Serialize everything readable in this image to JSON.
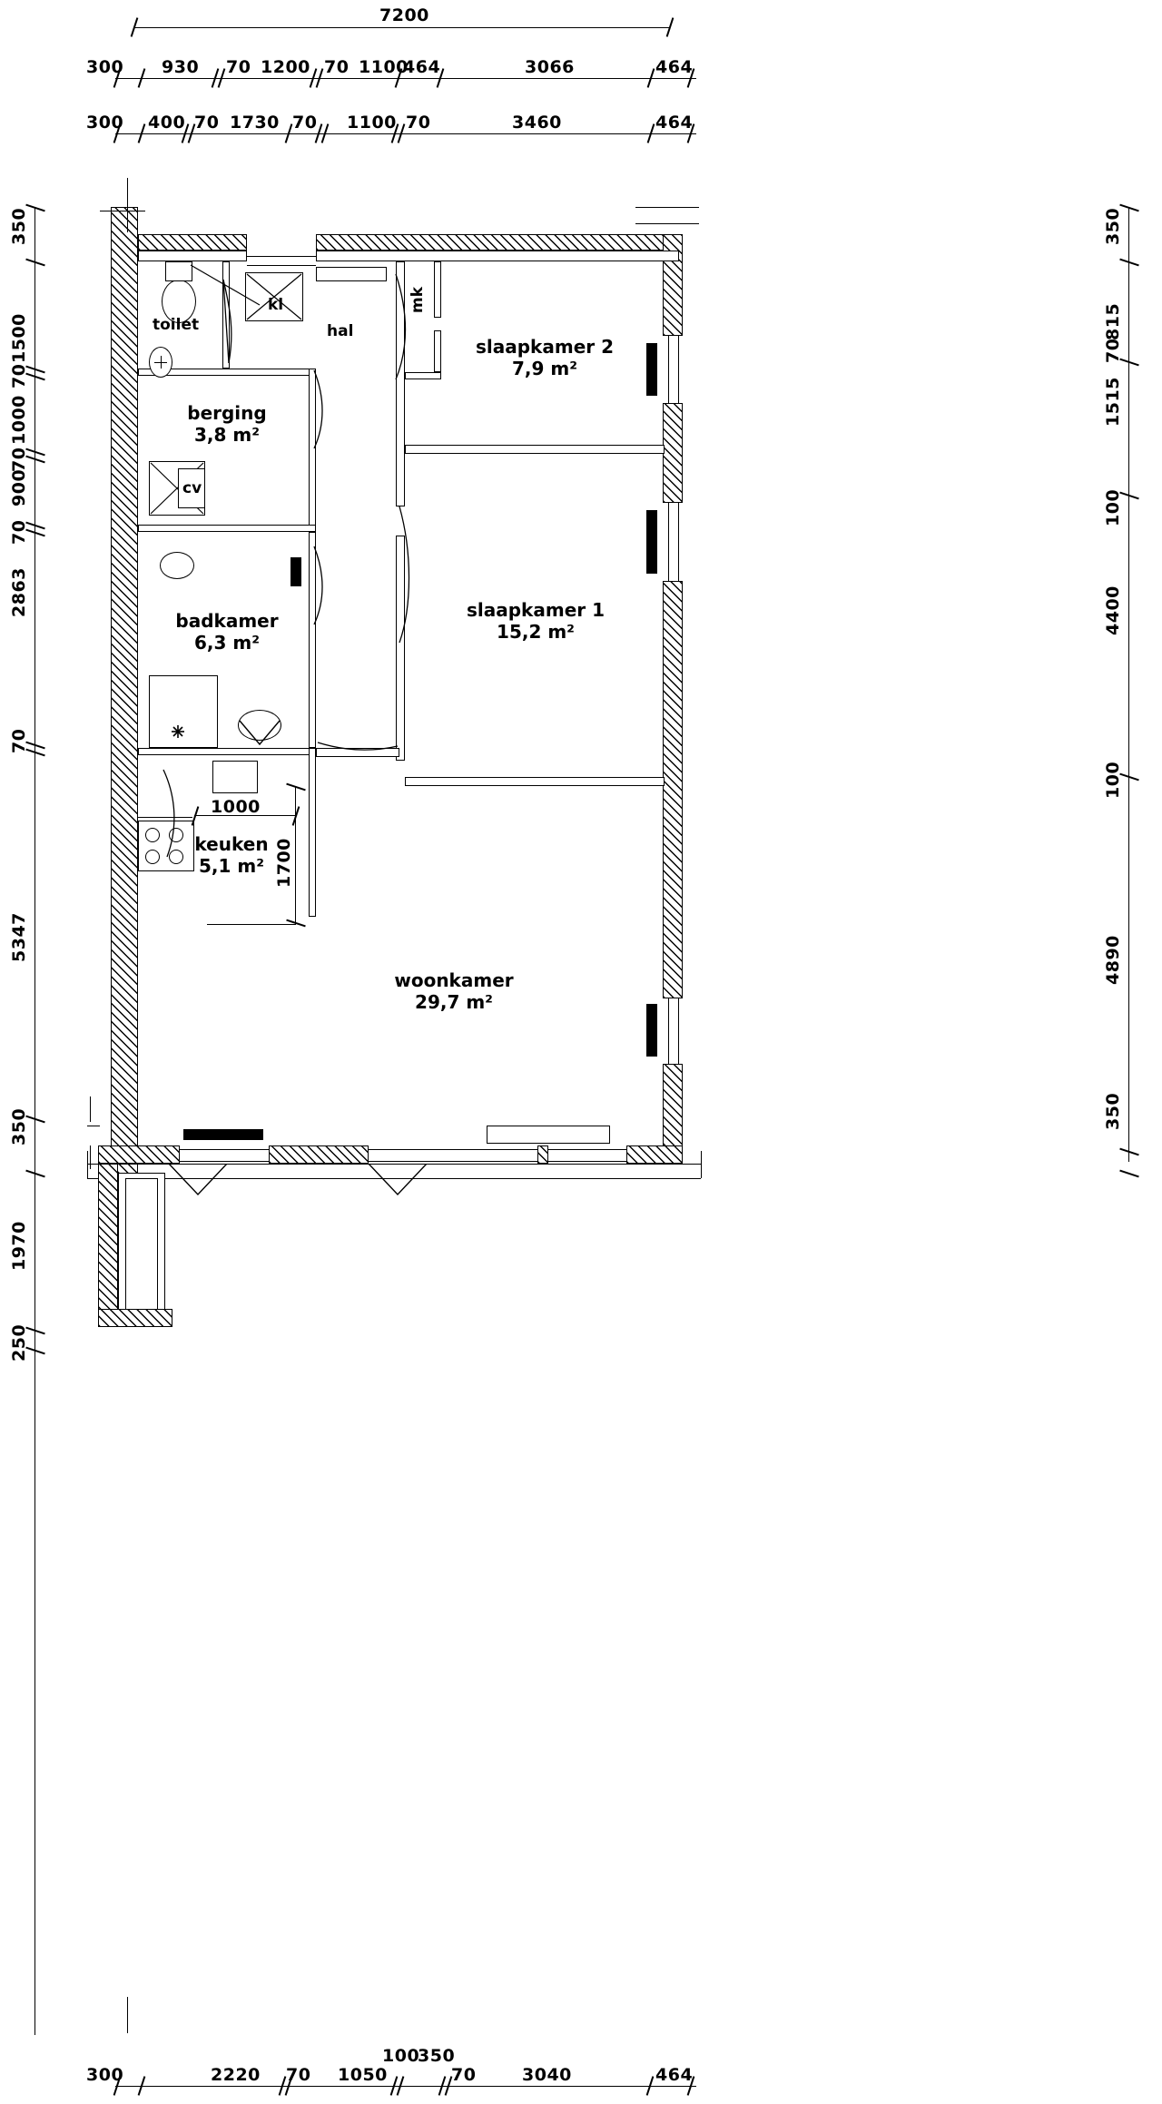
{
  "drawing": {
    "type": "architectural-floor-plan",
    "language": "nl",
    "overall_width_label": "7200"
  },
  "top_dimensions": {
    "overall": "7200",
    "chain_1": [
      "300",
      "930",
      "70",
      "1200",
      "70",
      "1100",
      "464",
      "3066",
      "464"
    ],
    "chain_2": [
      "300",
      "400",
      "70",
      "1730",
      "70",
      "1100",
      "70",
      "3460",
      "464"
    ]
  },
  "bottom_dimensions": {
    "chain": [
      "300",
      "2220",
      "70",
      "1050",
      "100",
      "350",
      "70",
      "3040",
      "464"
    ],
    "upper_small": [
      "100",
      "350"
    ]
  },
  "left_dimensions": [
    "350",
    "1500",
    "70",
    "1000",
    "70",
    "900",
    "70",
    "2863",
    "70",
    "5347",
    "350",
    "1970",
    "250"
  ],
  "right_dimensions": [
    "350",
    "815",
    "70",
    "1515",
    "100",
    "4400",
    "100",
    "4890",
    "350"
  ],
  "rooms": [
    {
      "id": "toilet",
      "name": "toilet",
      "area": ""
    },
    {
      "id": "kl",
      "name": "kl",
      "area": ""
    },
    {
      "id": "hal",
      "name": "hal",
      "area": ""
    },
    {
      "id": "mk",
      "name": "mk",
      "area": ""
    },
    {
      "id": "slaapkamer2",
      "name": "slaapkamer 2",
      "area": "7,9 m²"
    },
    {
      "id": "berging",
      "name": "berging",
      "area": "3,8 m²"
    },
    {
      "id": "cv",
      "name": "cv",
      "area": ""
    },
    {
      "id": "badkamer",
      "name": "badkamer",
      "area": "6,3 m²"
    },
    {
      "id": "slaapkamer1",
      "name": "slaapkamer 1",
      "area": "15,2 m²"
    },
    {
      "id": "keuken",
      "name": "keuken",
      "area": "5,1 m²"
    },
    {
      "id": "woonkamer",
      "name": "woonkamer",
      "area": "29,7 m²"
    }
  ],
  "interior_dimensions": {
    "kitchen_width": "1000",
    "kitchen_depth": "1700"
  },
  "colors": {
    "line": "#000000",
    "background": "#ffffff"
  }
}
